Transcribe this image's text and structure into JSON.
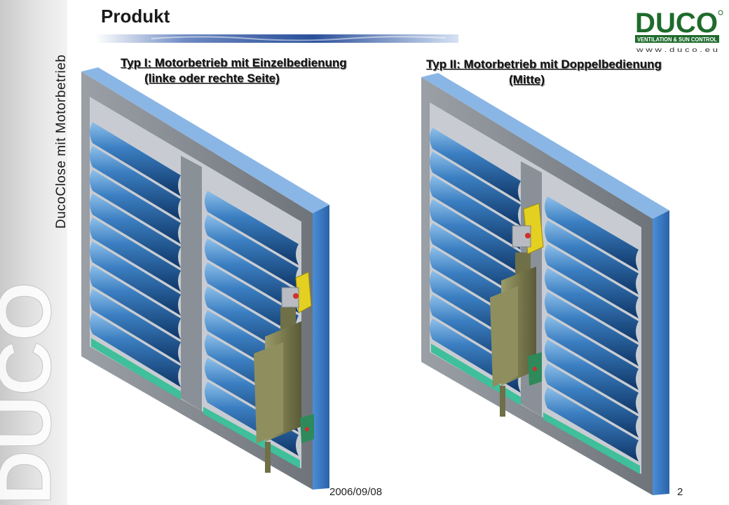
{
  "sidebar": {
    "vertical_title": "DucoClose mit Motorbetrieb",
    "watermark": "DUCO"
  },
  "header": {
    "title": "Produkt"
  },
  "logo": {
    "brand": "DUCO",
    "tagline": "VENTILATION & SUN CONTROL",
    "url": "w w w . d u c o . e u",
    "brand_color": "#1e6b2c"
  },
  "captions": {
    "left_line1": "Typ I: Motorbetrieb mit Einzelbedienung",
    "left_line2": "(linke oder rechte Seite)",
    "right_line1": "Typ II: Motorbetrieb mit Doppelbedienung",
    "right_line2": "(Mitte)"
  },
  "footer": {
    "date": "2006/09/08",
    "page": "2"
  },
  "colors": {
    "frame_blue": "#3a7fcc",
    "louver_blue": "#2a6aa8",
    "motor_olive": "#7a7a50",
    "bracket_yellow": "#e4d020",
    "bracket_green": "#2e8a5a"
  }
}
